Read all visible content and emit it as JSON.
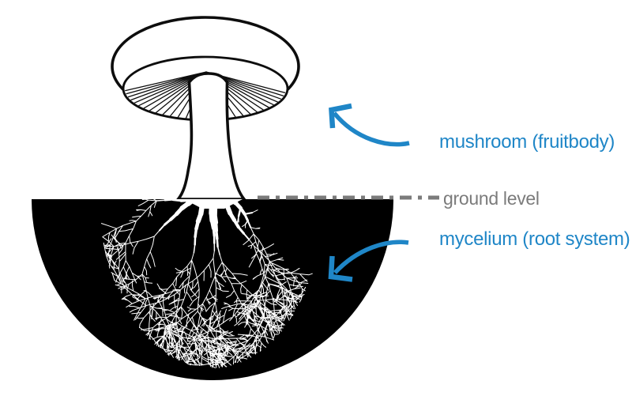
{
  "diagram": {
    "background": "#ffffff",
    "labels": {
      "mushroom": "mushroom (fruitbody)",
      "ground_level": "ground level",
      "mycelium": "mycelium (root system)"
    },
    "colors": {
      "accent_blue": "#1f86c7",
      "label_gray": "#7b7b7b",
      "outline_black": "#0d0d0d",
      "soil_black": "#000000",
      "mycelium_white": "#ffffff"
    },
    "icons": {
      "mushroom_arrow": "curved-arrow-up-left",
      "mycelium_arrow": "curved-arrow-down-left"
    }
  }
}
